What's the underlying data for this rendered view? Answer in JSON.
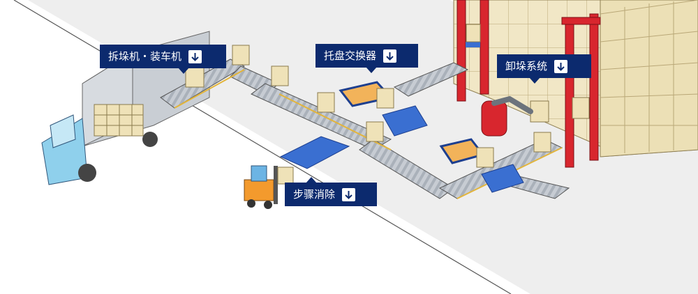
{
  "callouts": {
    "depalletize": {
      "label": "拆垛机・装车机",
      "icon": "arrow-down-icon"
    },
    "pallet_exchanger": {
      "label": "托盘交换器",
      "icon": "arrow-down-icon"
    },
    "unstacking_system": {
      "label": "卸垛系统",
      "icon": "arrow-down-icon"
    },
    "step_elimination": {
      "label": "步骤消除",
      "icon": "arrow-down-icon"
    }
  },
  "colors": {
    "callout_bg": "#0c2a6e",
    "rack_red": "#d8262e",
    "pallet_blue": "#3a6fd1",
    "box_beige": "#efe2b8",
    "truck_blue": "#8fd0ec",
    "forklift_orange": "#f39a2d"
  }
}
